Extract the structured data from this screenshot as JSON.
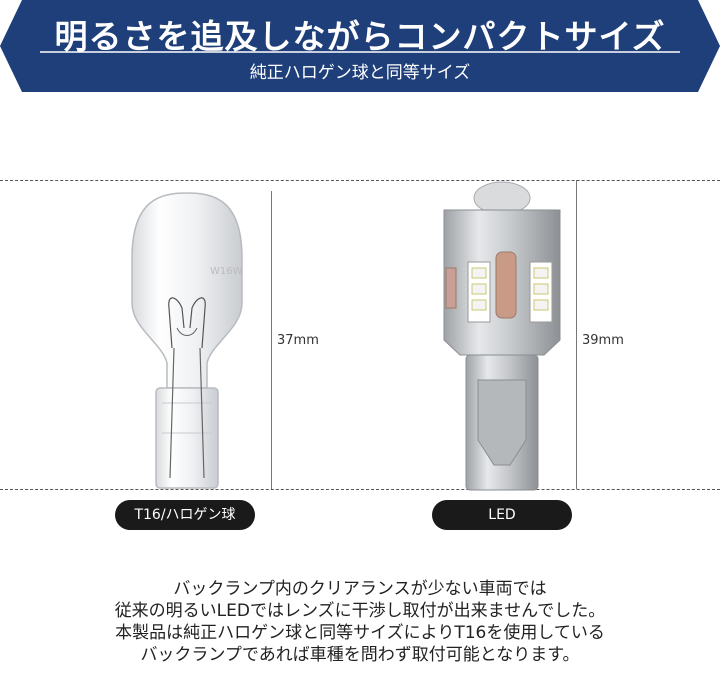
{
  "header": {
    "title": "明るさを追及しながらコンパクトサイズ",
    "subtitle": "純正ハロゲン球と同等サイズ",
    "background_color": "#1f3f7a"
  },
  "comparison": {
    "halogen": {
      "label": "T16/ハロゲン球",
      "length": "37mm",
      "glass_marking": "W16W"
    },
    "led": {
      "label": "LED",
      "length": "39mm"
    }
  },
  "description": {
    "lines": [
      "バックランプ内のクリアランスが少ない車両では",
      "従来の明るいLEDではレンズに干渉し取付が出来ませんでした。",
      "本製品は純正ハロゲン球と同等サイズによりT16を使用している",
      "バックランプであれば車種を問わず取付可能となります。"
    ]
  }
}
